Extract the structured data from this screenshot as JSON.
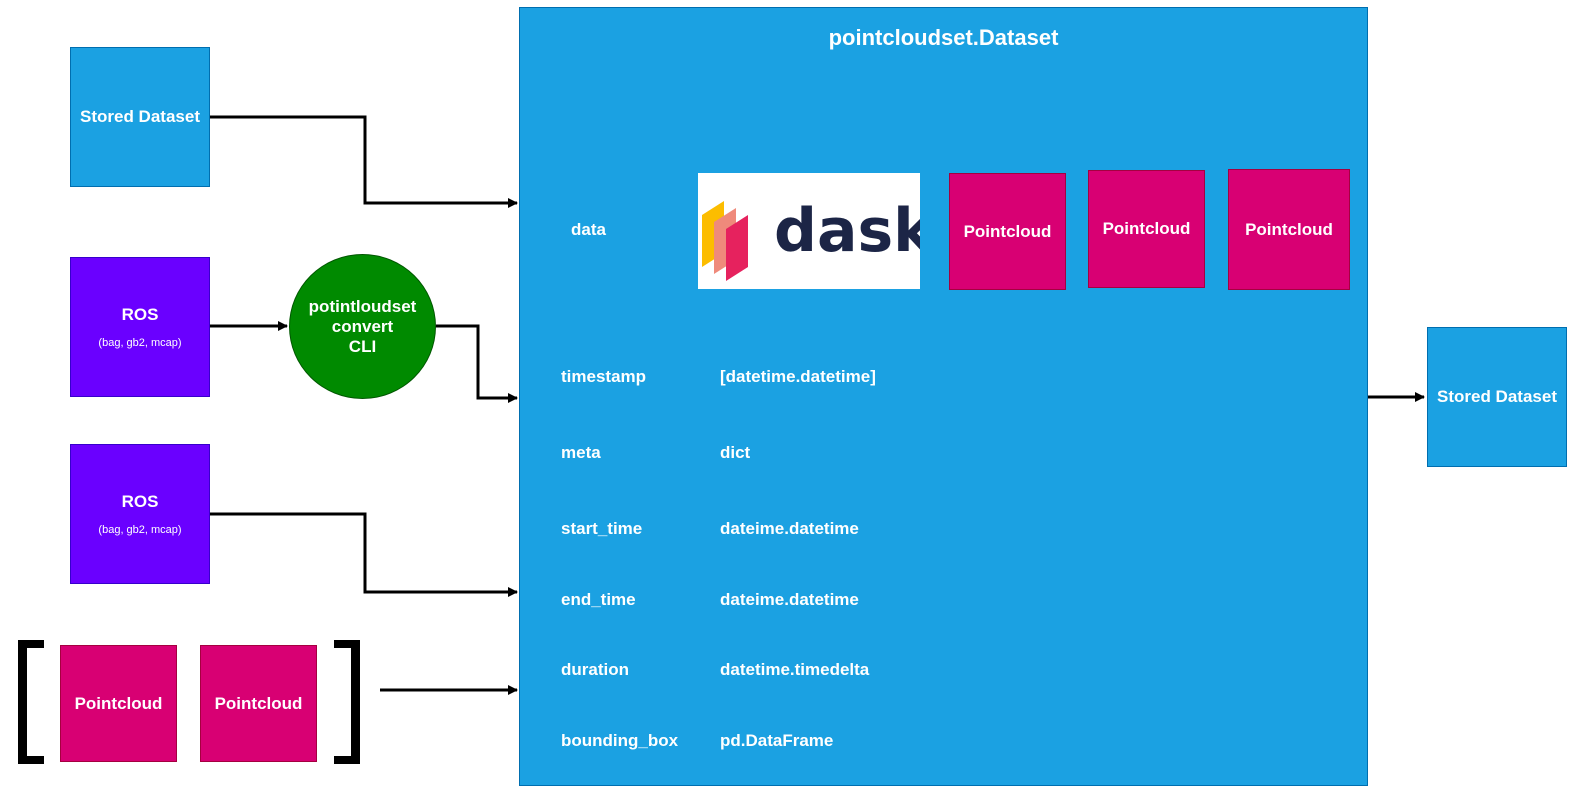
{
  "container": {
    "title": "pointcloudset.Dataset",
    "data_label": "data",
    "dask_logo_text": "dask",
    "pointclouds": [
      "Pointcloud",
      "Pointcloud",
      "Pointcloud"
    ],
    "fields": [
      {
        "name": "timestamp",
        "type": "[datetime.datetime]"
      },
      {
        "name": "meta",
        "type": "dict"
      },
      {
        "name": "start_time",
        "type": "dateime.datetime"
      },
      {
        "name": "end_time",
        "type": "dateime.datetime"
      },
      {
        "name": "duration",
        "type": "datetime.timedelta"
      },
      {
        "name": "bounding_box",
        "type": "pd.DataFrame"
      }
    ]
  },
  "inputs": {
    "stored_dataset": "Stored Dataset",
    "ros1": {
      "title": "ROS",
      "subtitle": "(bag, gb2, mcap)"
    },
    "ros2": {
      "title": "ROS",
      "subtitle": "(bag, gb2, mcap)"
    },
    "cli": {
      "line1": "potintloudset",
      "line2": "convert",
      "line3": "CLI"
    },
    "pointcloud_list": [
      "Pointcloud",
      "Pointcloud"
    ]
  },
  "output": {
    "stored_dataset": "Stored Dataset"
  },
  "colors": {
    "blue": "#1ba1e2",
    "purple": "#6a00ff",
    "pink": "#d80073",
    "green": "#008a00",
    "dask_navy": "#1c2546",
    "dask_yellow": "#fcbd00",
    "dask_orange": "#ef8a7b",
    "dask_red": "#e6225e"
  }
}
